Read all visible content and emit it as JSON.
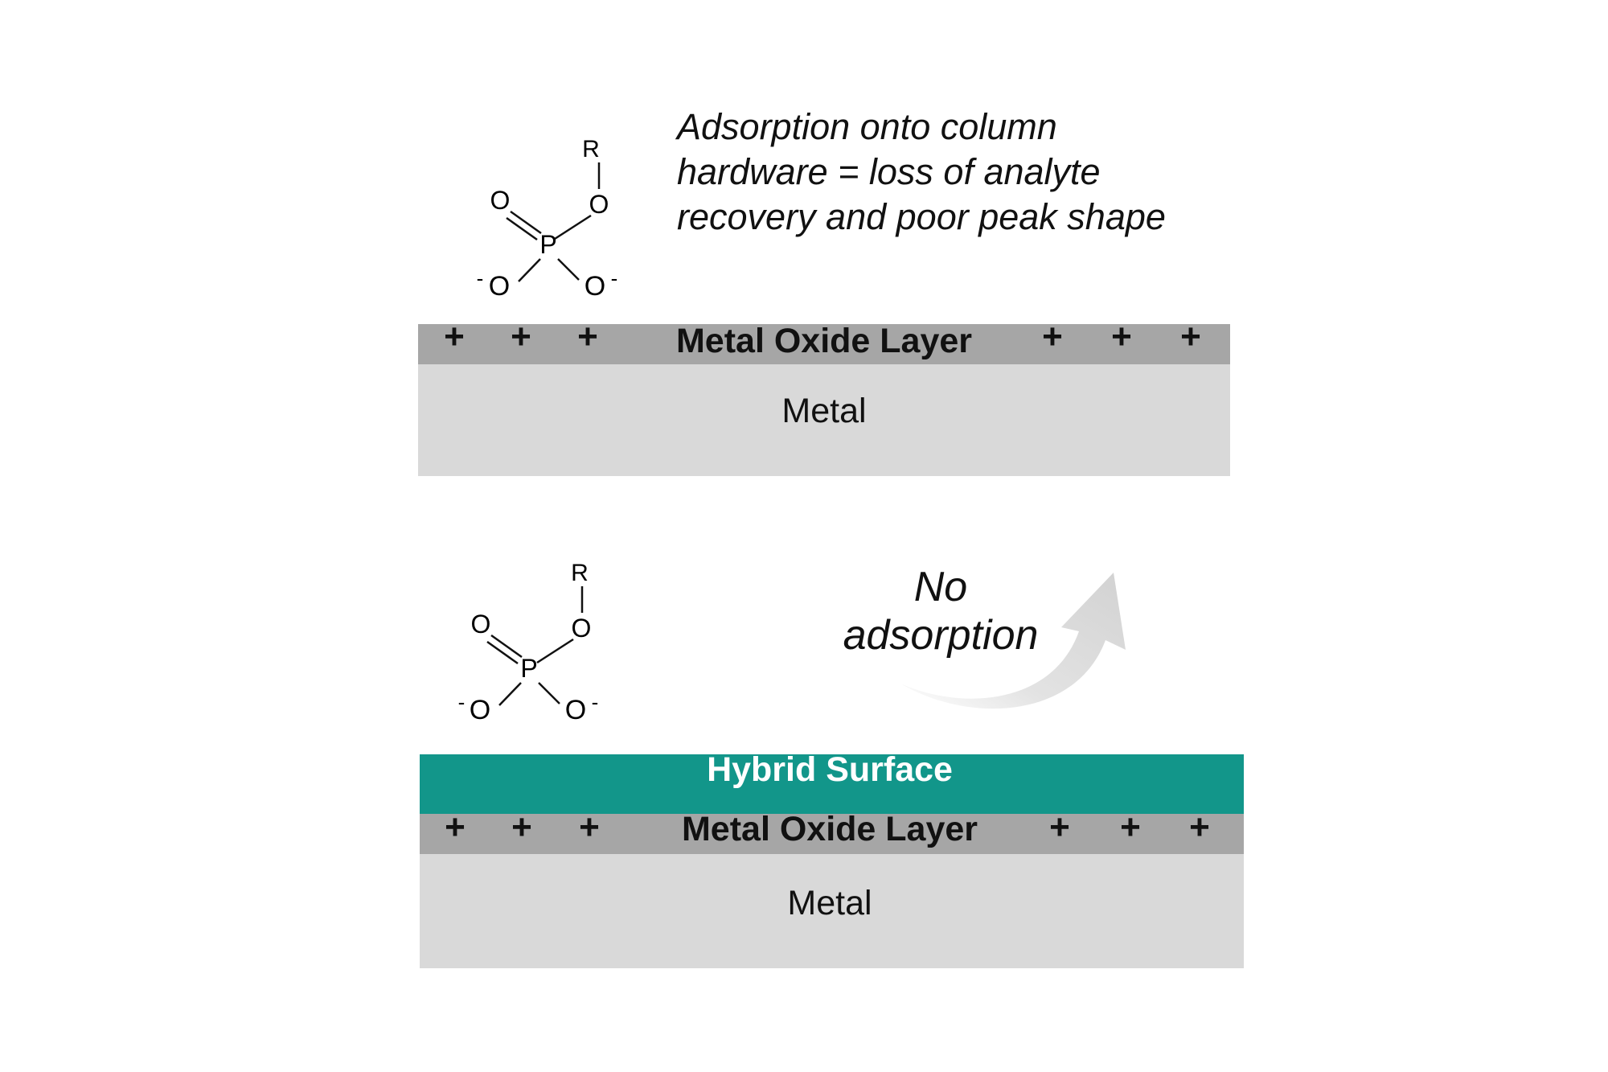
{
  "top_panel": {
    "caption_lines": [
      "Adsorption onto column",
      "hardware = loss of analyte",
      "recovery and poor peak shape"
    ],
    "oxide_label": "Metal Oxide Layer",
    "metal_label": "Metal",
    "charge_symbol": "+"
  },
  "bottom_panel": {
    "annotation_lines": [
      "No",
      "adsorption"
    ],
    "hybrid_label": "Hybrid Surface",
    "oxide_label": "Metal Oxide Layer",
    "metal_label": "Metal",
    "charge_symbol": "+"
  },
  "molecule": {
    "r_group": "R",
    "oxygen": "O",
    "phosphorus": "P",
    "charge": "-"
  },
  "colors": {
    "oxide": "#a6a6a6",
    "metal": "#d9d9d9",
    "hybrid": "#12968a",
    "arrow": "#e6e6e6"
  }
}
